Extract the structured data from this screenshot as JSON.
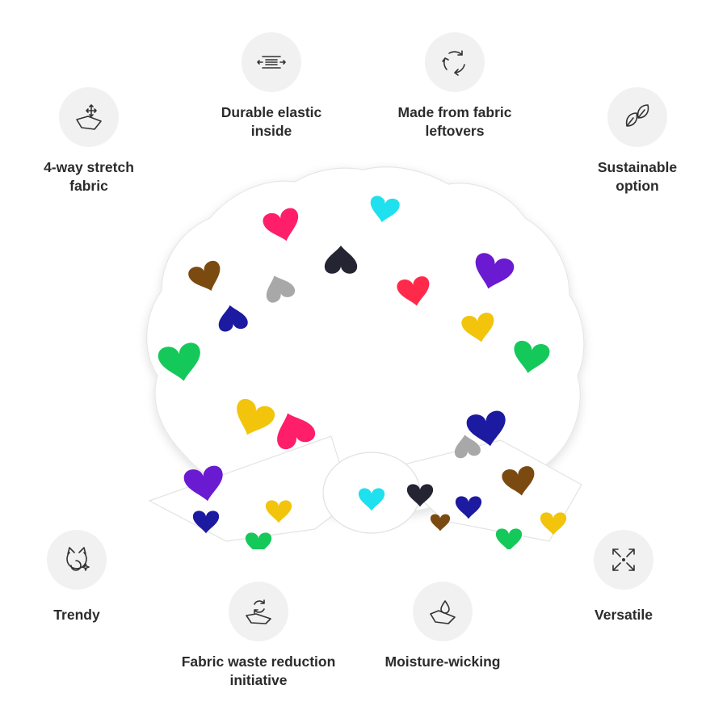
{
  "features": {
    "stretch": {
      "icon": "stretch-fabric-icon",
      "label": "4-way stretch\nfabric"
    },
    "elastic": {
      "icon": "elastic-icon",
      "label": "Durable elastic\ninside"
    },
    "leftovers": {
      "icon": "recycle-icon",
      "label": "Made from fabric\nleftovers"
    },
    "sustain": {
      "icon": "leaf-icon",
      "label": "Sustainable\noption"
    },
    "trendy": {
      "icon": "trendy-icon",
      "label": "Trendy"
    },
    "waste": {
      "icon": "fabric-recycle-icon",
      "label": "Fabric waste reduction\ninitiative"
    },
    "moisture": {
      "icon": "droplet-fabric-icon",
      "label": "Moisture-wicking"
    },
    "versatile": {
      "icon": "expand-arrows-icon",
      "label": "Versatile"
    }
  },
  "colors": {
    "icon_bg": "#f1f1f1",
    "text": "#2b2b2b",
    "hearts": [
      "#ff1e6a",
      "#1fe0ee",
      "#242432",
      "#6a1ad0",
      "#15c85a",
      "#f2c50c",
      "#1c1aa0",
      "#7a4a10",
      "#a8a8a8",
      "#ff2a4a"
    ]
  }
}
